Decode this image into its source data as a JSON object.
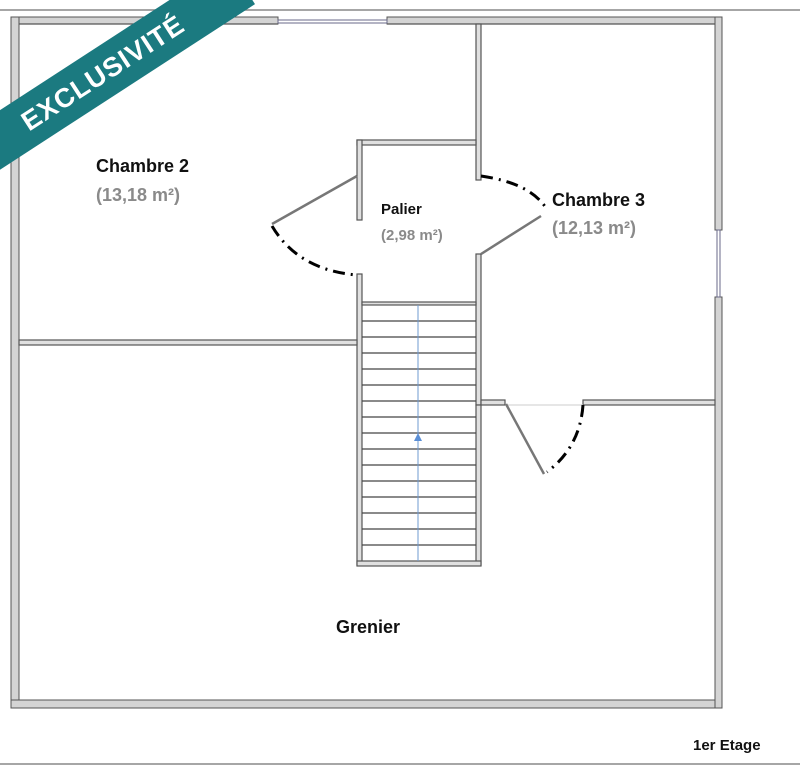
{
  "plan": {
    "floor_label": "1er Etage",
    "badge": "EXCLUSIVITÉ",
    "badge_color": "#1b7a80",
    "wall_fill": "#d4d4d4",
    "wall_stroke": "#555555",
    "area_text_color": "#8a8a8a",
    "rooms": [
      {
        "name": "Chambre 2",
        "area": "(13,18 m²)"
      },
      {
        "name": "Palier",
        "area": "(2,98 m²)"
      },
      {
        "name": "Chambre 3",
        "area": "(12,13 m²)"
      },
      {
        "name": "Grenier",
        "area": ""
      }
    ],
    "stairs": {
      "steps": 16,
      "direction": "up"
    }
  }
}
